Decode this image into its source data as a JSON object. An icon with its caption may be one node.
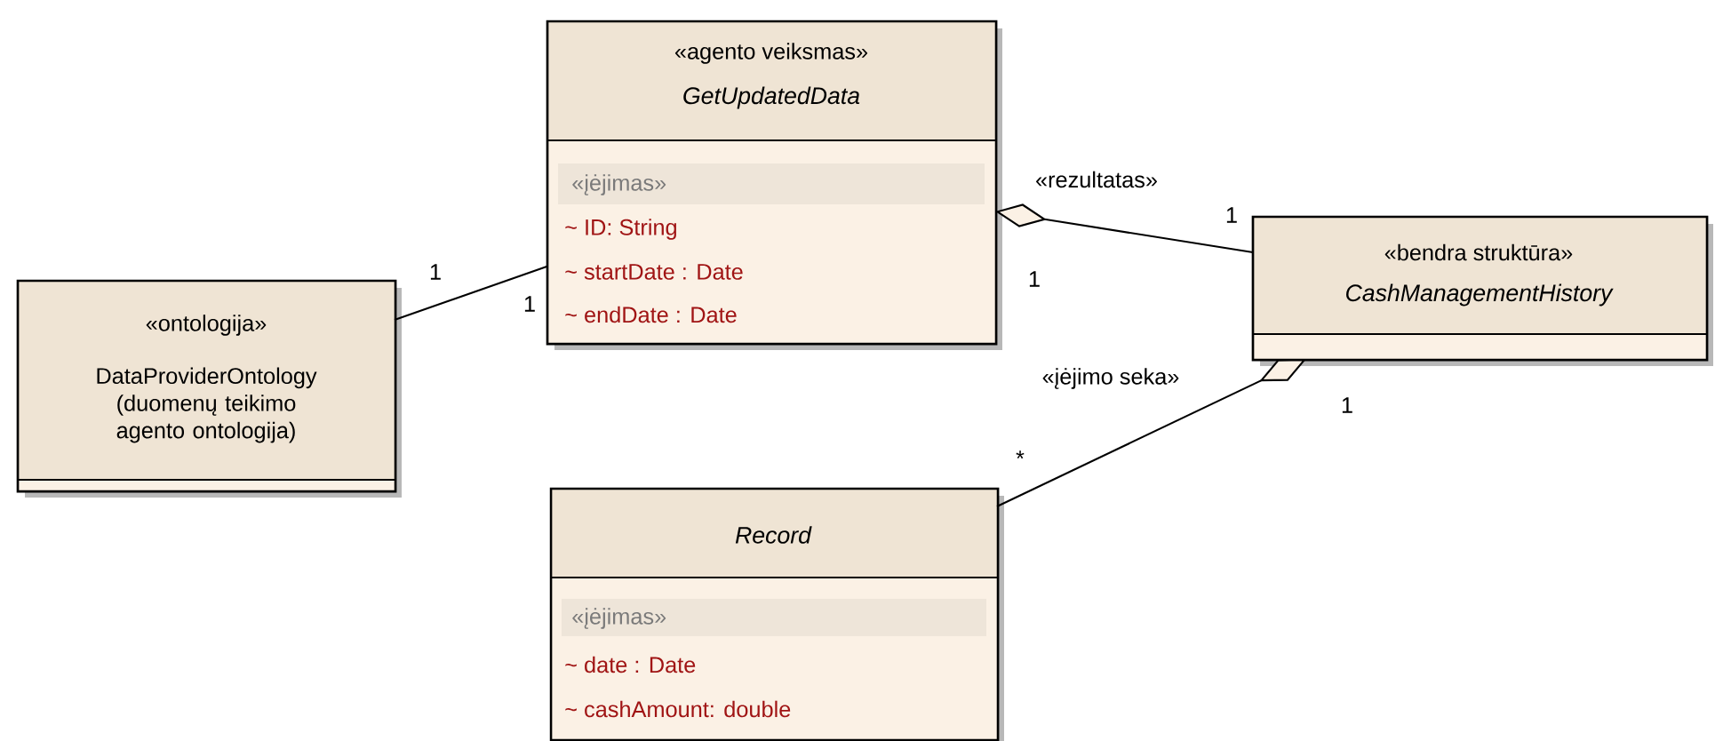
{
  "diagram": {
    "nodes": [
      {
        "text": [
          "«agento veiksmas»",
          "GetUpdatedData",
          "«įėjimas»",
          "~ ID: String",
          "~ startDate : Date",
          "~ endDate : Date"
        ]
      },
      {
        "text": [
          "«ontologija»",
          "DataProviderOntology (duomenų teikimo agento ontologija)"
        ]
      },
      {
        "text": [
          "«bendra struktūra»",
          "CashManagementHistory"
        ]
      },
      {
        "text": [
          "Record",
          "«įėjimas»",
          "~ date : Date",
          "~ cashAmount: double"
        ]
      }
    ],
    "edges": [
      {
        "from": 1,
        "to": 0,
        "arrow": "none"
      },
      {
        "from": 0,
        "to": 2,
        "arrow": "other",
        "label": "«rezultatas»"
      },
      {
        "from": 2,
        "to": 3,
        "arrow": "other",
        "label": "«įėjimo seka»"
      }
    ],
    "labels": [
      "1",
      "1",
      "1",
      "1",
      "1",
      "*"
    ]
  }
}
